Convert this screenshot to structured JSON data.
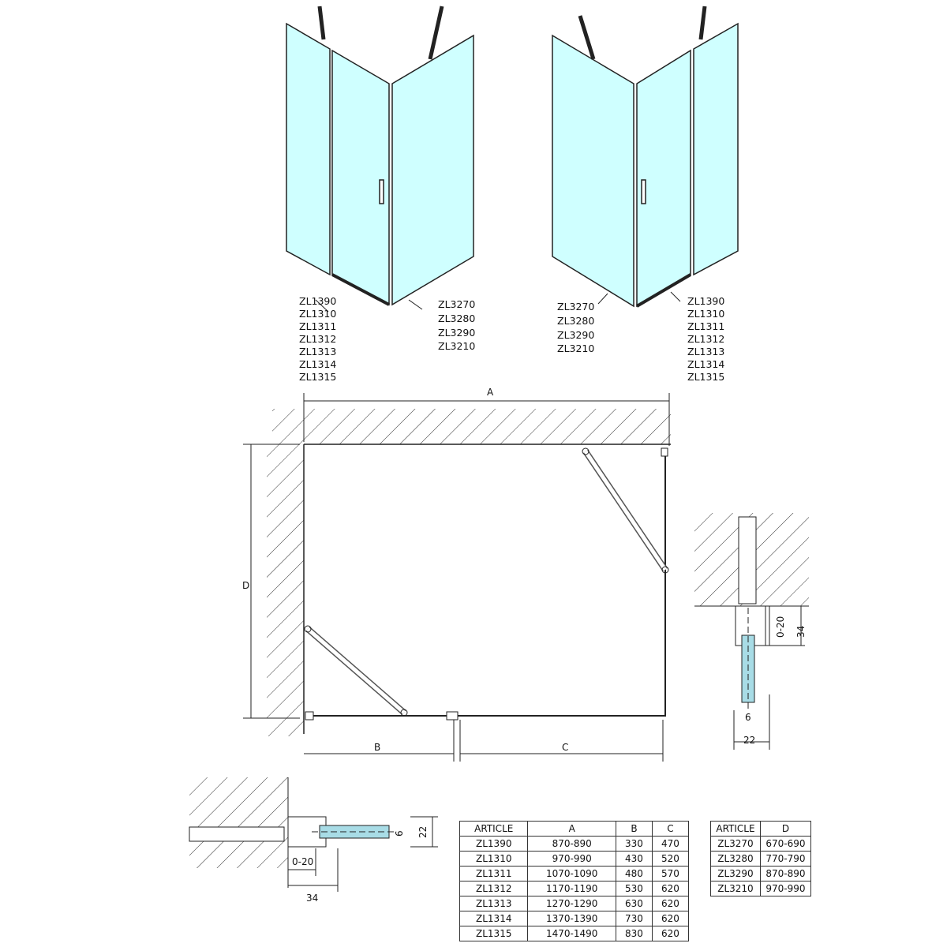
{
  "left_view": {
    "door_codes": [
      "ZL1390",
      "ZL1310",
      "ZL1311",
      "ZL1312",
      "ZL1313",
      "ZL1314",
      "ZL1315"
    ],
    "side_codes": [
      "ZL3270",
      "ZL3280",
      "ZL3290",
      "ZL3210"
    ]
  },
  "right_view": {
    "side_codes": [
      "ZL3270",
      "ZL3280",
      "ZL3290",
      "ZL3210"
    ],
    "door_codes": [
      "ZL1390",
      "ZL1310",
      "ZL1311",
      "ZL1312",
      "ZL1313",
      "ZL1314",
      "ZL1315"
    ]
  },
  "plan": {
    "dim_a": "A",
    "dim_b": "B",
    "dim_c": "C",
    "dim_d": "D"
  },
  "detail_right": {
    "adjust": "0-20",
    "depth": "34",
    "glass": "6",
    "width": "22"
  },
  "detail_bottom": {
    "glass": "6",
    "width": "22",
    "adjust": "0-20",
    "depth": "34"
  },
  "colors": {
    "glass": "#cfffff",
    "glass_detail": "#a8dce6"
  },
  "table_doors": {
    "headers": [
      "ARTICLE",
      "A",
      "B",
      "C"
    ],
    "rows": [
      [
        "ZL1390",
        "870-890",
        "330",
        "470"
      ],
      [
        "ZL1310",
        "970-990",
        "430",
        "520"
      ],
      [
        "ZL1311",
        "1070-1090",
        "480",
        "570"
      ],
      [
        "ZL1312",
        "1170-1190",
        "530",
        "620"
      ],
      [
        "ZL1313",
        "1270-1290",
        "630",
        "620"
      ],
      [
        "ZL1314",
        "1370-1390",
        "730",
        "620"
      ],
      [
        "ZL1315",
        "1470-1490",
        "830",
        "620"
      ]
    ]
  },
  "table_sides": {
    "headers": [
      "ARTICLE",
      "D"
    ],
    "rows": [
      [
        "ZL3270",
        "670-690"
      ],
      [
        "ZL3280",
        "770-790"
      ],
      [
        "ZL3290",
        "870-890"
      ],
      [
        "ZL3210",
        "970-990"
      ]
    ]
  }
}
